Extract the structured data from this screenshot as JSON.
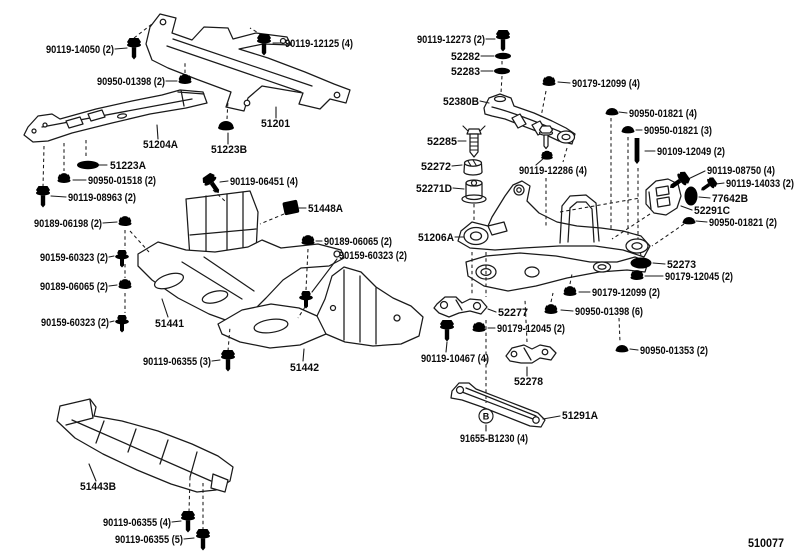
{
  "diagram": {
    "description": "suspension-crossmember-and-under-cover-parts-diagram",
    "drawing_number": "510077",
    "callout_b": "B",
    "colors": {
      "background": "#ffffff",
      "line": "#1a1a1a",
      "text": "#0a0a0a"
    },
    "labels": [
      {
        "text": "90119-14050 (2)"
      },
      {
        "text": "90119-12125 (4)"
      },
      {
        "text": "90950-01398 (2)"
      },
      {
        "text": "51201"
      },
      {
        "text": "51204A"
      },
      {
        "text": "51223B"
      },
      {
        "text": "51223A"
      },
      {
        "text": "90950-01518 (2)"
      },
      {
        "text": "90119-08963 (2)"
      },
      {
        "text": "90119-06451 (4)"
      },
      {
        "text": "51448A"
      },
      {
        "text": "90189-06198 (2)"
      },
      {
        "text": "90189-06065 (2)"
      },
      {
        "text": "90159-60323 (2)"
      },
      {
        "text": "90159-60323 (2)"
      },
      {
        "text": "90189-06065 (2)"
      },
      {
        "text": "90159-60323 (2)"
      },
      {
        "text": "51441"
      },
      {
        "text": "90119-06355 (3)"
      },
      {
        "text": "51442"
      },
      {
        "text": "51443B"
      },
      {
        "text": "90119-06355 (4)"
      },
      {
        "text": "90119-06355 (5)"
      },
      {
        "text": "90119-12273 (2)"
      },
      {
        "text": "52282"
      },
      {
        "text": "52283"
      },
      {
        "text": "90179-12099 (4)"
      },
      {
        "text": "52380B"
      },
      {
        "text": "90950-01821 (4)"
      },
      {
        "text": "90950-01821 (3)"
      },
      {
        "text": "52285"
      },
      {
        "text": "90109-12049 (2)"
      },
      {
        "text": "52272"
      },
      {
        "text": "90119-12286 (4)"
      },
      {
        "text": "90119-08750 (4)"
      },
      {
        "text": "90119-14033 (2)"
      },
      {
        "text": "52271D"
      },
      {
        "text": "77642B"
      },
      {
        "text": "52291C"
      },
      {
        "text": "90950-01821 (2)"
      },
      {
        "text": "51206A"
      },
      {
        "text": "52273"
      },
      {
        "text": "90179-12045 (2)"
      },
      {
        "text": "90179-12099 (2)"
      },
      {
        "text": "52277"
      },
      {
        "text": "90950-01398 (6)"
      },
      {
        "text": "90179-12045 (2)"
      },
      {
        "text": "90950-01353 (2)"
      },
      {
        "text": "90119-10467 (4)"
      },
      {
        "text": "52278"
      },
      {
        "text": "51291A"
      },
      {
        "text": "91655-B1230 (4)"
      }
    ]
  }
}
